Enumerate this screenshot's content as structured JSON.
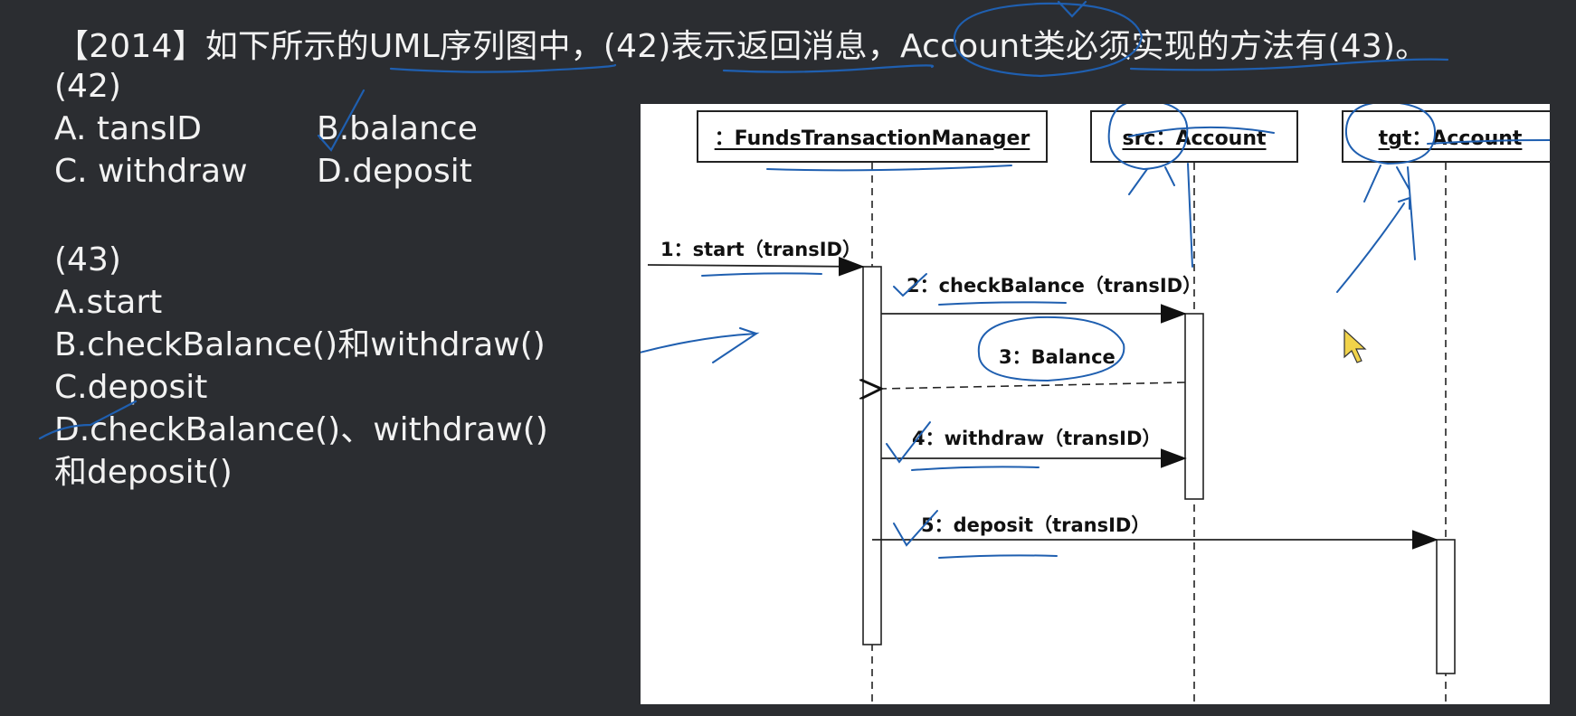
{
  "question": {
    "title": "【2014】如下所示的UML序列图中，(42)表示返回消息，Account类必须实现的方法有(43)。",
    "q42": {
      "label": "(42)",
      "options": [
        "A. tansID",
        "B.balance",
        "C. withdraw",
        "D.deposit"
      ]
    },
    "q43": {
      "label": "(43)",
      "options": [
        "A.start",
        "B.checkBalance()和withdraw()",
        "C.deposit",
        "D.checkBalance()、withdraw()",
        "和deposit()"
      ]
    }
  },
  "diagram": {
    "objects": [
      {
        "id": "ftm",
        "label": "：FundsTransactionManager"
      },
      {
        "id": "src",
        "label": "src：Account"
      },
      {
        "id": "tgt",
        "label": "tgt：Account"
      }
    ],
    "messages": [
      {
        "label": "1：start（transID）",
        "type": "call"
      },
      {
        "label": "2：checkBalance（transID）",
        "type": "call"
      },
      {
        "label": "3：Balance",
        "type": "return"
      },
      {
        "label": "4：withdraw（transID）",
        "type": "call"
      },
      {
        "label": "5：deposit（transID）",
        "type": "call"
      }
    ]
  },
  "colors": {
    "background": "#2b2d31",
    "text": "#f2f2f2",
    "annotation": "#1f5fb0",
    "diagram_line": "#222222"
  }
}
